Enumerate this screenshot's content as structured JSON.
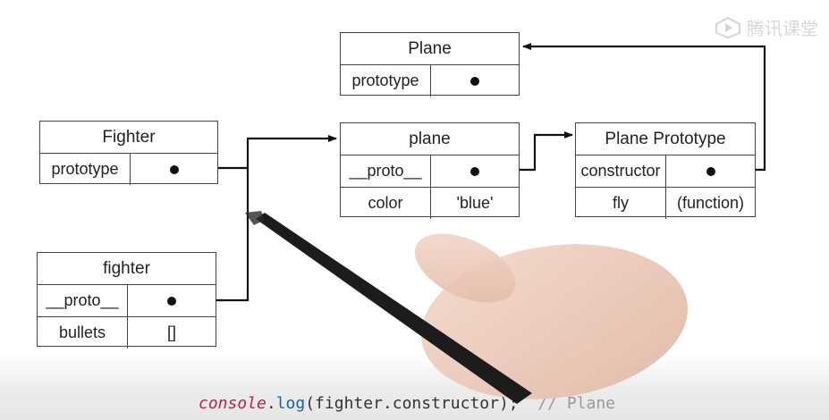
{
  "watermark": {
    "text": "腾讯课堂",
    "icon": "play-logo-icon"
  },
  "boxes": {
    "plane_ctor": {
      "title": "Plane",
      "rows": [
        {
          "key": "prototype",
          "value": ""
        }
      ]
    },
    "fighter_ctor": {
      "title": "Fighter",
      "rows": [
        {
          "key": "prototype",
          "value": ""
        }
      ]
    },
    "plane_obj": {
      "title": "plane",
      "rows": [
        {
          "key": "__proto__",
          "value": ""
        },
        {
          "key": "color",
          "value": "'blue'"
        }
      ]
    },
    "plane_proto": {
      "title": "Plane Prototype",
      "rows": [
        {
          "key": "constructor",
          "value": ""
        },
        {
          "key": "fly",
          "value": "(function)"
        }
      ]
    },
    "fighter_obj": {
      "title": "fighter",
      "rows": [
        {
          "key": "__proto__",
          "value": ""
        },
        {
          "key": "bullets",
          "value": "[]"
        }
      ]
    }
  },
  "code": {
    "object": "console",
    "dot": ".",
    "method": "log",
    "args": "(fighter.constructor);",
    "comment": "  // Plane"
  },
  "colors": {
    "line": "#111111",
    "keyword": "#b0284a",
    "method": "#1f5fa8",
    "comment": "#9a9a9a"
  }
}
